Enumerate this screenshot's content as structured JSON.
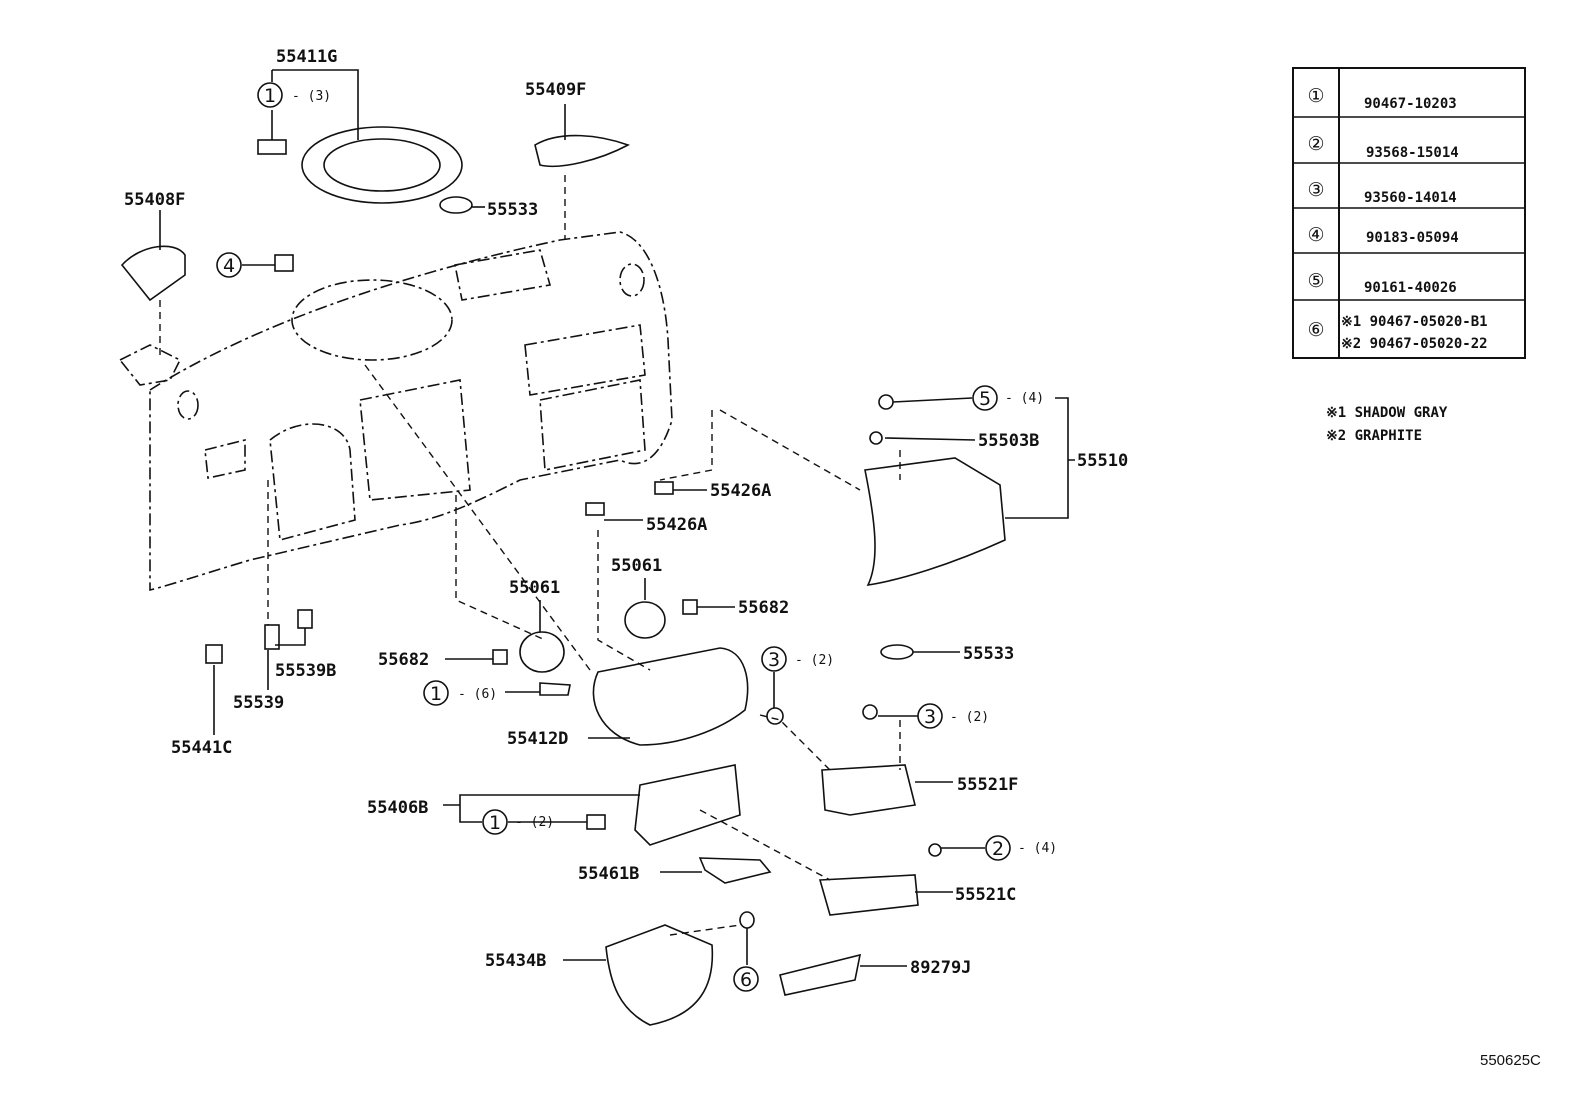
{
  "callouts": {
    "p55411G": "55411G",
    "p55409F": "55409F",
    "p55408F": "55408F",
    "p55533a": "55533",
    "p55503B": "55503B",
    "p55510": "55510",
    "p55426Aa": "55426A",
    "p55426Ab": "55426A",
    "p55061a": "55061",
    "p55061b": "55061",
    "p55682a": "55682",
    "p55682b": "55682",
    "p55533b": "55533",
    "p55539B": "55539B",
    "p55539": "55539",
    "p55441C": "55441C",
    "p55412D": "55412D",
    "p55406B": "55406B",
    "p55521F": "55521F",
    "p55461B": "55461B",
    "p55521C": "55521C",
    "p55434B": "55434B",
    "p89279J": "89279J"
  },
  "ref_callouts": [
    {
      "num": "1",
      "qty": "- (3)"
    },
    {
      "num": "4",
      "qty": ""
    },
    {
      "num": "5",
      "qty": "- (4)"
    },
    {
      "num": "1",
      "qty": "- (6)"
    },
    {
      "num": "3",
      "qty": "- (2)"
    },
    {
      "num": "3",
      "qty": "- (2)"
    },
    {
      "num": "1",
      "qty": "- (2)"
    },
    {
      "num": "2",
      "qty": "- (4)"
    },
    {
      "num": "6",
      "qty": ""
    }
  ],
  "parts_table": [
    {
      "num": "①",
      "part": "90467-10203"
    },
    {
      "num": "②",
      "part": "93568-15014"
    },
    {
      "num": "③",
      "part": "93560-14014"
    },
    {
      "num": "④",
      "part": "90183-05094"
    },
    {
      "num": "⑤",
      "part": "90161-40026"
    },
    {
      "num": "⑥",
      "part1": "※1 90467-05020-B1",
      "part2": "※2 90467-05020-22"
    }
  ],
  "notes": [
    "※1  SHADOW GRAY",
    "※2  GRAPHITE"
  ],
  "diagram_id": "550625C"
}
